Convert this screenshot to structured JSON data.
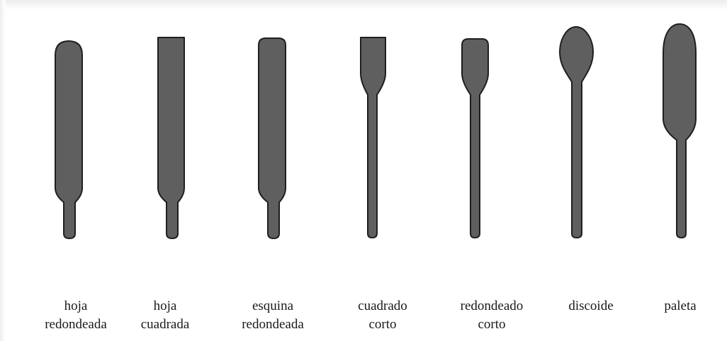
{
  "tools": [
    {
      "id": "hoja-redondeada",
      "line1": "hoja",
      "line2": "redondeada"
    },
    {
      "id": "hoja-cuadrada",
      "line1": "hoja",
      "line2": "cuadrada"
    },
    {
      "id": "esquina-redondeada",
      "line1": "esquina",
      "line2": "redondeada"
    },
    {
      "id": "cuadrado-corto",
      "line1": "cuadrado",
      "line2": "corto"
    },
    {
      "id": "redondeado-corto",
      "line1": "redondeado",
      "line2": "corto"
    },
    {
      "id": "discoide",
      "line1": "discoide",
      "line2": ""
    },
    {
      "id": "paleta",
      "line1": "paleta",
      "line2": ""
    }
  ],
  "colors": {
    "shape_fill": "#5f5f5f",
    "shape_stroke": "#1f1f1f",
    "label_text": "#1a1a1a"
  }
}
